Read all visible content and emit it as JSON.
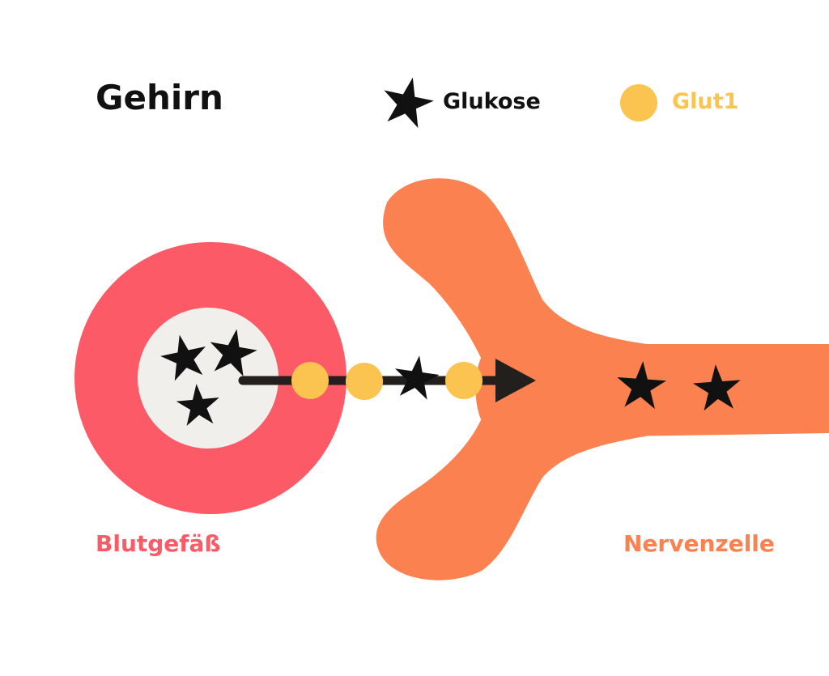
{
  "title": "Gehirn",
  "legend": {
    "glucose": {
      "label": "Glukose",
      "icon": "star-icon"
    },
    "glut1": {
      "label": "Glut1",
      "icon": "dot-icon"
    }
  },
  "labels": {
    "vessel": "Blutgefäß",
    "neuron": "Nervenzelle"
  },
  "colors": {
    "title": "#111111",
    "vessel": "#fc5a67",
    "vessel_lumen": "#f1efeb",
    "neuron": "#fc8150",
    "glut1": "#fbc350",
    "glucose": "#111111",
    "arrow": "#231f1c"
  }
}
